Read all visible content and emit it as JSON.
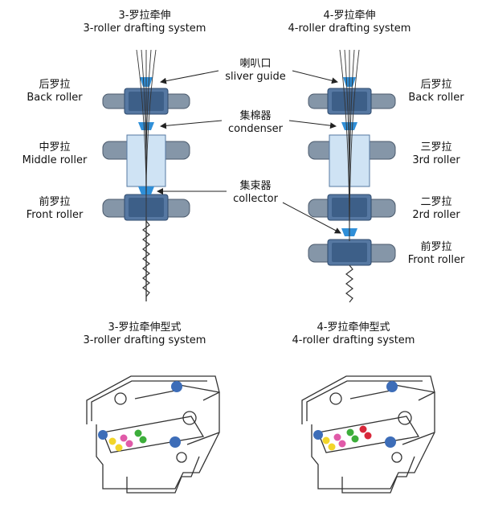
{
  "top_left_title": {
    "zh": "3-罗拉牵伸",
    "en": "3-roller drafting system"
  },
  "top_right_title": {
    "zh": "4-罗拉牵伸",
    "en": "4-roller drafting system"
  },
  "callouts": {
    "sliver_guide": {
      "zh": "喇叭口",
      "en": "sliver guide"
    },
    "condenser": {
      "zh": "集棉器",
      "en": "condenser"
    },
    "collector": {
      "zh": "集束器",
      "en": "collector"
    }
  },
  "left_labels": {
    "back": {
      "zh": "后罗拉",
      "en": "Back roller"
    },
    "middle": {
      "zh": "中罗拉",
      "en": "Middle  roller"
    },
    "front": {
      "zh": "前罗拉",
      "en": "Front roller"
    }
  },
  "right_labels": {
    "back": {
      "zh": "后罗拉",
      "en": "Back roller"
    },
    "third": {
      "zh": "三罗拉",
      "en": "3rd  roller"
    },
    "second": {
      "zh": "二罗拉",
      "en": "2rd roller"
    },
    "front": {
      "zh": "前罗拉",
      "en": "Front roller"
    }
  },
  "bottom_left_title": {
    "zh": "3-罗拉牵伸型式",
    "en": "3-roller drafting system"
  },
  "bottom_right_title": {
    "zh": "4-罗拉牵伸型式",
    "en": "4-roller drafting system"
  },
  "colors": {
    "roller_shaft": "#8596a8",
    "roller_cap": "#5678a2",
    "roller_dark": "#3d5f88",
    "condenser_fill": "#cfe3f4",
    "guide_blue": "#2f8fd8",
    "machine_line": "#333333",
    "ball_blue": "#3d6db8",
    "ball_yellow": "#f2d52a",
    "ball_pink": "#e05aa8",
    "ball_green": "#3cae3a",
    "ball_red": "#d8283a"
  }
}
